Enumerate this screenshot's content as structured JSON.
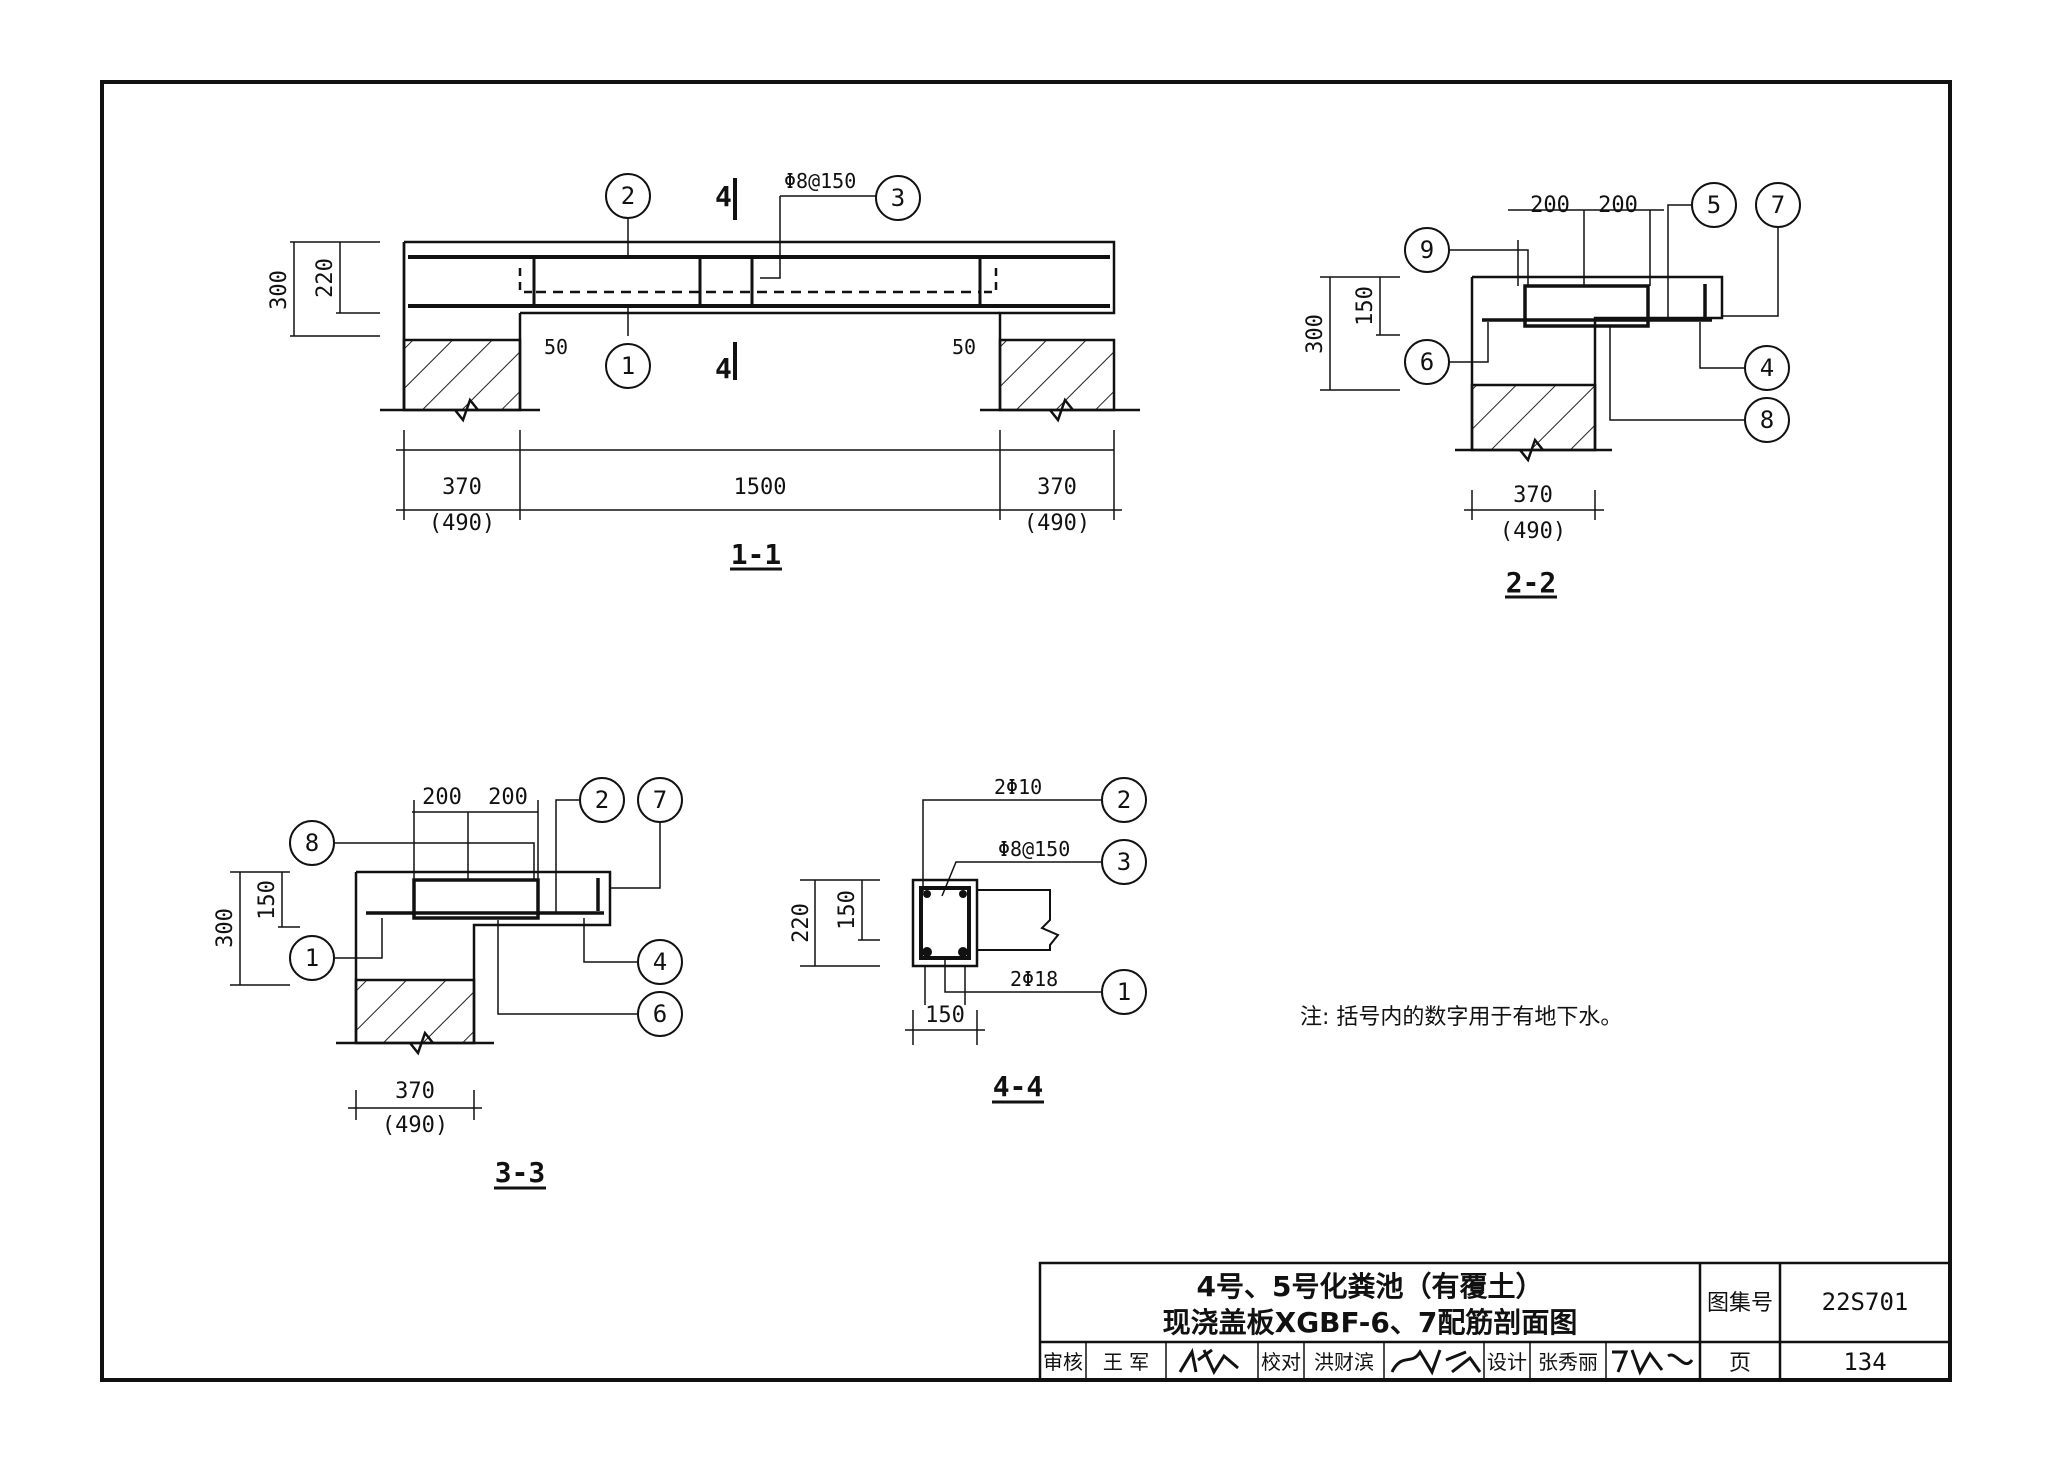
{
  "sections": {
    "s11": {
      "label": "1-1",
      "dims": {
        "h300": "300",
        "h220": "220",
        "c50a": "50",
        "c50b": "50",
        "w370a": "370",
        "w490a": "(490)",
        "w1500": "1500",
        "w370b": "370",
        "w490b": "(490)"
      },
      "rebar_top": "Φ8@150",
      "marks": {
        "m2": "2",
        "m3": "3",
        "m1": "1"
      },
      "cut_mark": "4"
    },
    "s22": {
      "label": "2-2",
      "dims": {
        "a200": "200",
        "b200": "200",
        "h300": "300",
        "h150": "150",
        "w370": "370",
        "w490": "(490)"
      },
      "marks": {
        "m9": "9",
        "m5": "5",
        "m7": "7",
        "m6": "6",
        "m4": "4",
        "m8": "8"
      }
    },
    "s33": {
      "label": "3-3",
      "dims": {
        "a200": "200",
        "b200": "200",
        "h300": "300",
        "h150": "150",
        "w370": "370",
        "w490": "(490)"
      },
      "marks": {
        "m8": "8",
        "m2": "2",
        "m7": "7",
        "m1": "1",
        "m4": "4",
        "m6": "6"
      }
    },
    "s44": {
      "label": "4-4",
      "dims": {
        "h220": "220",
        "h150": "150",
        "w150": "150"
      },
      "rebars": {
        "top": "2Φ10",
        "stirrup": "Φ8@150",
        "bottom": "2Φ18"
      },
      "marks": {
        "m2": "2",
        "m3": "3",
        "m1": "1"
      }
    }
  },
  "note": "注: 括号内的数字用于有地下水。",
  "title_block": {
    "title_line1": "4号、5号化粪池（有覆土）",
    "title_line2": "现浇盖板XGBF-6、7配筋剖面图",
    "atlas_label": "图集号",
    "atlas_no": "22S701",
    "page_label": "页",
    "page_no": "134",
    "review_label": "审核",
    "reviewer": "王 军",
    "check_label": "校对",
    "checker": "洪财滨",
    "design_label": "设计",
    "designer": "张秀丽"
  }
}
